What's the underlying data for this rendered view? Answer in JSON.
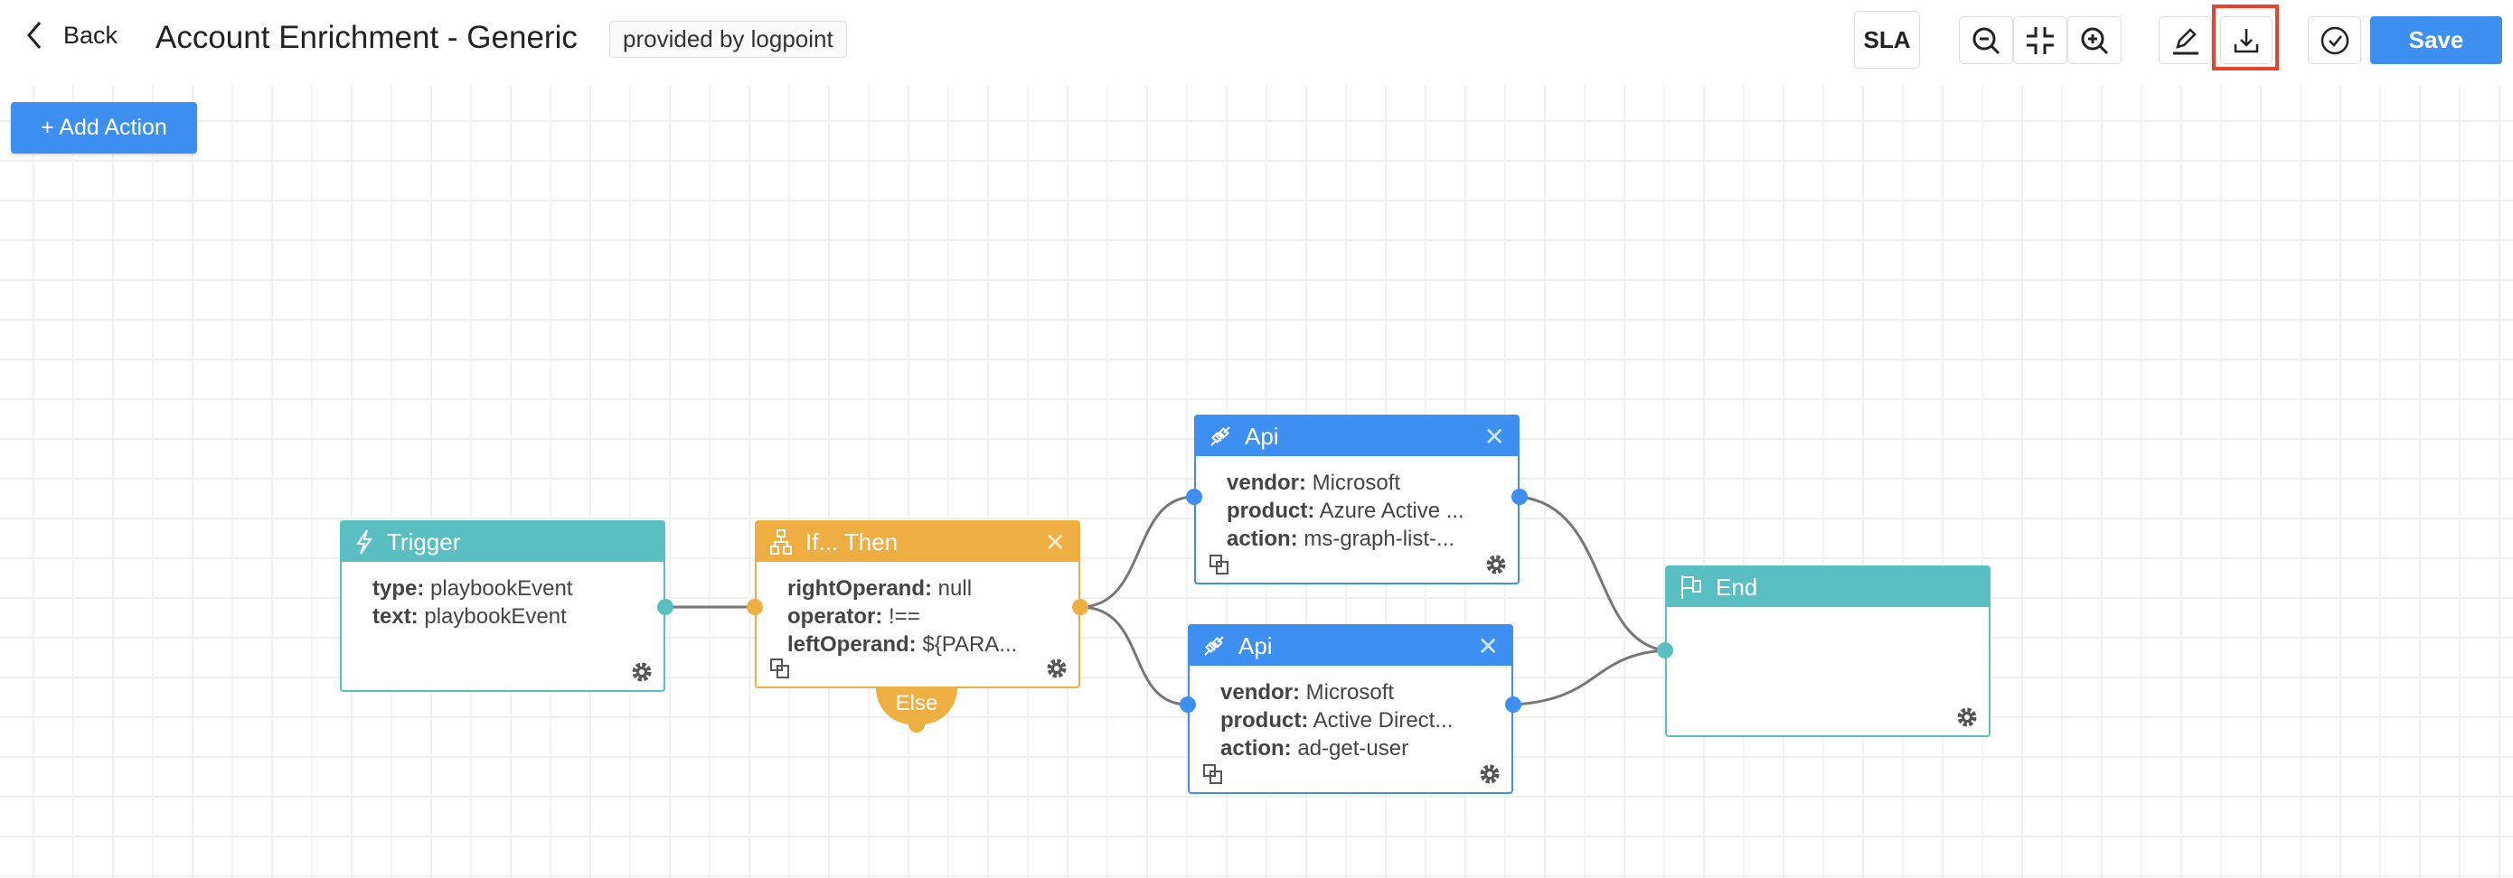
{
  "header": {
    "back_label": "Back",
    "title": "Account Enrichment - Generic",
    "badge": "provided by logpoint"
  },
  "toolbar": {
    "sla_label": "SLA",
    "save_label": "Save",
    "icons": [
      "zoom-out-icon",
      "fit-screen-icon",
      "zoom-in-icon",
      "edit-icon",
      "download-icon",
      "check-circle-icon"
    ],
    "highlighted": "download-icon",
    "accent": "#3d8ff2",
    "highlight_color": "#e8432f"
  },
  "canvas": {
    "add_action_label": "+ Add Action"
  },
  "nodes": {
    "trigger": {
      "title": "Trigger",
      "color": "#5abfc2",
      "fields": [
        {
          "k": "type:",
          "v": " playbookEvent"
        },
        {
          "k": "text:",
          "v": " playbookEvent"
        }
      ]
    },
    "ifthen": {
      "title": "If... Then",
      "color": "#efae42",
      "else_label": "Else",
      "fields": [
        {
          "k": "rightOperand:",
          "v": " null"
        },
        {
          "k": "operator:",
          "v": " !=="
        },
        {
          "k": "leftOperand:",
          "v": " ${PARA..."
        }
      ]
    },
    "api1": {
      "title": "Api",
      "color": "#3d8ff2",
      "fields": [
        {
          "k": "vendor:",
          "v": " Microsoft"
        },
        {
          "k": "product:",
          "v": " Azure Active ..."
        },
        {
          "k": "action:",
          "v": " ms-graph-list-..."
        }
      ]
    },
    "api2": {
      "title": "Api",
      "color": "#3d8ff2",
      "fields": [
        {
          "k": "vendor:",
          "v": " Microsoft"
        },
        {
          "k": "product:",
          "v": " Active Direct..."
        },
        {
          "k": "action:",
          "v": " ad-get-user"
        }
      ]
    },
    "end": {
      "title": "End",
      "color": "#5abfc2"
    }
  }
}
